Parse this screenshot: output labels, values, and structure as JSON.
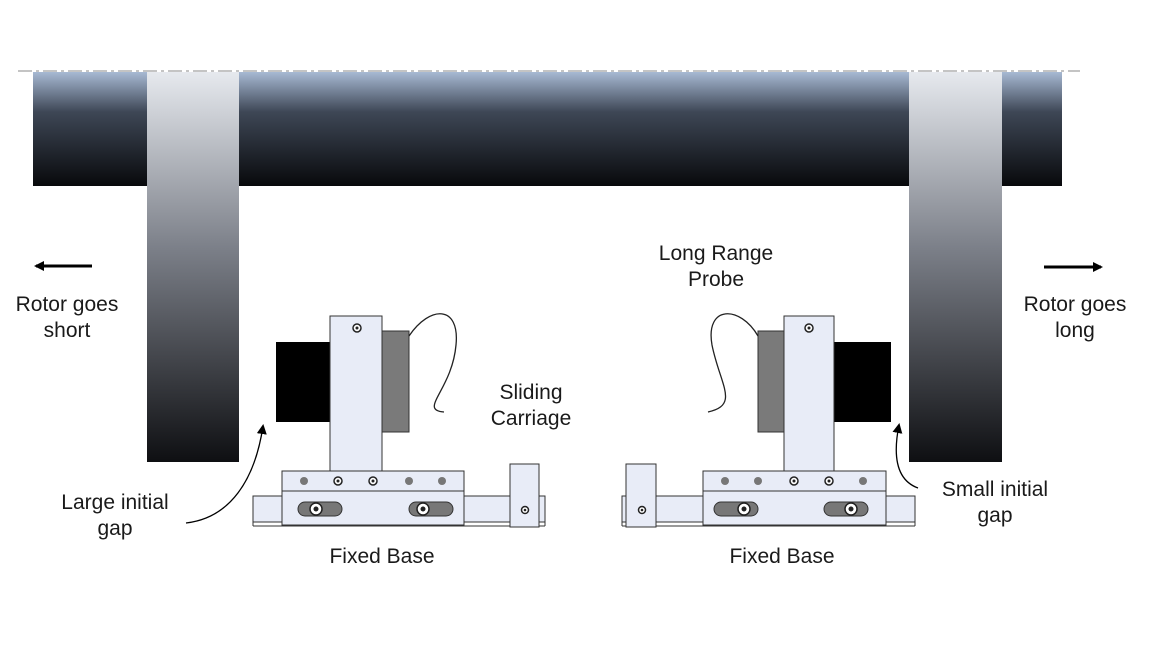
{
  "labels": {
    "rotor_short_line1": "Rotor goes",
    "rotor_short_line2": "short",
    "rotor_long_line1": "Rotor goes",
    "rotor_long_line2": "long",
    "probe_line1": "Long Range",
    "probe_line2": "Probe",
    "carriage_line1": "Sliding",
    "carriage_line2": "Carriage",
    "large_gap_line1": "Large initial",
    "large_gap_line2": "gap",
    "small_gap_line1": "Small initial",
    "small_gap_line2": "gap",
    "fixed_base_left": "Fixed Base",
    "fixed_base_right": "Fixed Base"
  },
  "colors": {
    "rotor_top": "#a7b9d3",
    "rotor_bottom": "#08090c",
    "collar_top": "#e6e9ee",
    "collar_bottom": "#0e0f12",
    "target_block": "#000000",
    "probe_body": "#7a7a7a",
    "fixture": "#e8ecf7",
    "outline": "#333333"
  }
}
